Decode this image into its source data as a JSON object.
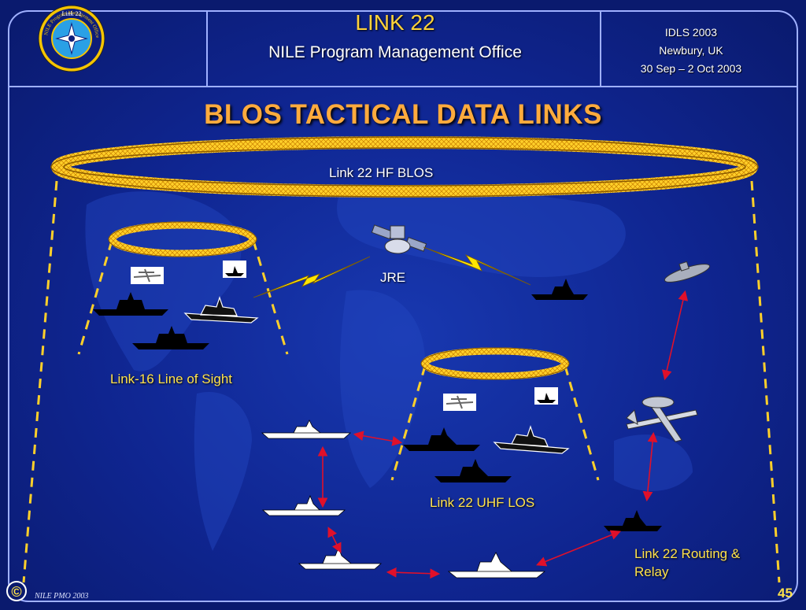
{
  "header": {
    "logo_text": "Link 22",
    "logo_ring_text": "NILE Program Management Office",
    "title": "LINK 22",
    "subtitle": "NILE Program Management Office",
    "event": "IDLS 2003",
    "location": "Newbury, UK",
    "dates": "30 Sep – 2 Oct 2003"
  },
  "title": "BLOS TACTICAL DATA LINKS",
  "labels": {
    "hf_blos": "Link 22 HF BLOS",
    "jre": "JRE",
    "link16": "Link-16 Line of Sight",
    "uhf_los": "Link 22 UHF LOS",
    "routing_line1": "Link 22 Routing &",
    "routing_line2": "Relay"
  },
  "footer": {
    "copyright_symbol": "©",
    "credit": "NILE PMO 2003",
    "page": "45"
  },
  "colors": {
    "background": "#0f2590",
    "title": "#ffab3d",
    "label": "#ffe24a",
    "ring": "#ffd02a",
    "arrow": "#e0102a"
  }
}
